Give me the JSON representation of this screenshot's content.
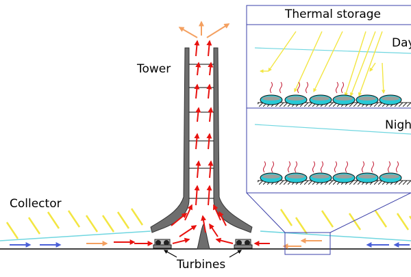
{
  "labels": {
    "tower": "Tower",
    "collector": "Collector",
    "turbines": "Turbines",
    "inset_title": "Thermal storage",
    "day": "Day",
    "night": "Night"
  },
  "colors": {
    "hot_air": "#e8120f",
    "warm_air": "#f4a060",
    "cool_air": "#4a5fd8",
    "sun_rays": "#f3e642",
    "storage_fill": "#29c9d6",
    "storage_top": "#9aa09c",
    "tower_wall": "#6e6e6e",
    "inset_border": "#3a3fa8",
    "collector_glass": "#6fd6e0",
    "heat_waves": "#c0102a"
  },
  "icons": [
    "turbine-icon-left",
    "turbine-icon-right",
    "sun-ray-icon",
    "heat-wave-icon"
  ]
}
